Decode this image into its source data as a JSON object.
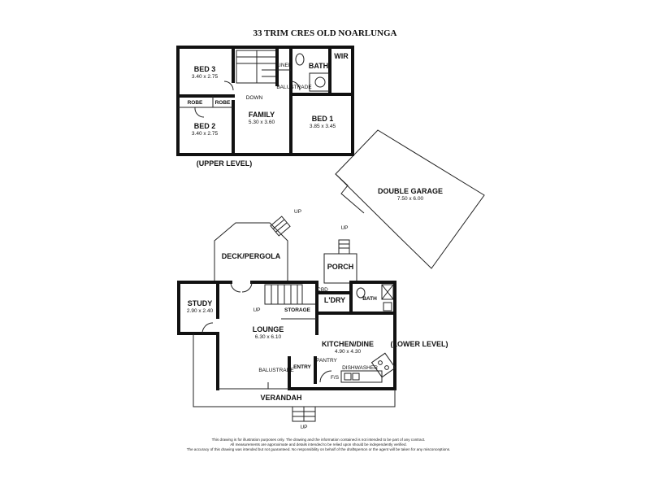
{
  "title": "33 TRIM CRES OLD NOARLUNGA",
  "upper": {
    "caption": "(UPPER LEVEL)",
    "rooms": [
      {
        "name": "BED 3",
        "dims": "3.40 x 2.75"
      },
      {
        "name": "BED 2",
        "dims": "3.40 x 2.75"
      },
      {
        "name": "FAMILY",
        "dims": "5.30 x 3.60"
      },
      {
        "name": "BED 1",
        "dims": "3.85 x 3.45"
      }
    ],
    "labels": {
      "robe1": "ROBE",
      "robe2": "ROBE",
      "bath": "BATH",
      "wir": "WIR",
      "linen": "LINEN",
      "balustrade": "BALUSTRADE",
      "down": "DOWN"
    }
  },
  "garage": {
    "name": "DOUBLE GARAGE",
    "dims": "7.50 x 6.00"
  },
  "lower": {
    "caption": "(LOWER LEVEL)",
    "rooms": [
      {
        "name": "STUDY",
        "dims": "2.90 x 2.40"
      },
      {
        "name": "LOUNGE",
        "dims": "6.30 x 6.10"
      },
      {
        "name": "KITCHEN/DINE",
        "dims": "4.90 x 4.30"
      }
    ],
    "labels": {
      "deck": "DECK/PERGOLA",
      "porch": "PORCH",
      "ldry": "L'DRY",
      "bath": "BATH",
      "storage": "STORAGE",
      "cbd": "CBD",
      "entry": "ENTRY",
      "pantry": "PANTRY",
      "dishwasher": "DISHWASHER",
      "fs": "F/S",
      "balustrade": "BALUSTRADE",
      "verandah": "VERANDAH",
      "up_deck": "UP",
      "up_porch": "UP",
      "up_lounge": "UP",
      "up_front": "UP"
    }
  },
  "disclaimer": [
    "This drawing is for illustration purposes only. The drawing and the information contained is not intended to be part of any contract.",
    "All measurements are approximate and details intended to be relied upon should be independently verified.",
    "The accuracy of this drawing was intended but not guaranteed. No responsibility on behalf of the draftsperson or the agent will be taken for any    misconceptions."
  ]
}
